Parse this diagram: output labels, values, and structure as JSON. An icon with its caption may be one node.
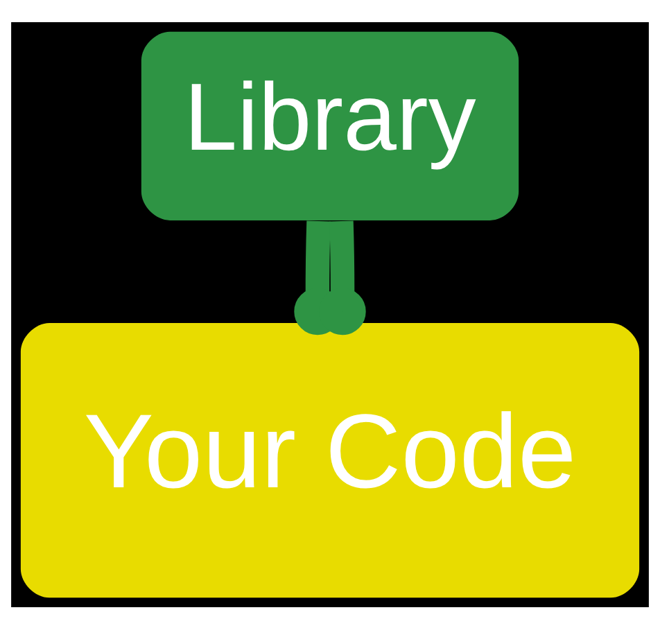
{
  "diagram": {
    "nodes": [
      {
        "text": [
          "Library"
        ]
      },
      {
        "text": [
          "Your Code"
        ]
      }
    ],
    "edges": [
      {
        "from": 0,
        "to": 1,
        "arrow": "other"
      },
      {
        "from": 0,
        "to": 1,
        "arrow": "other"
      }
    ]
  }
}
